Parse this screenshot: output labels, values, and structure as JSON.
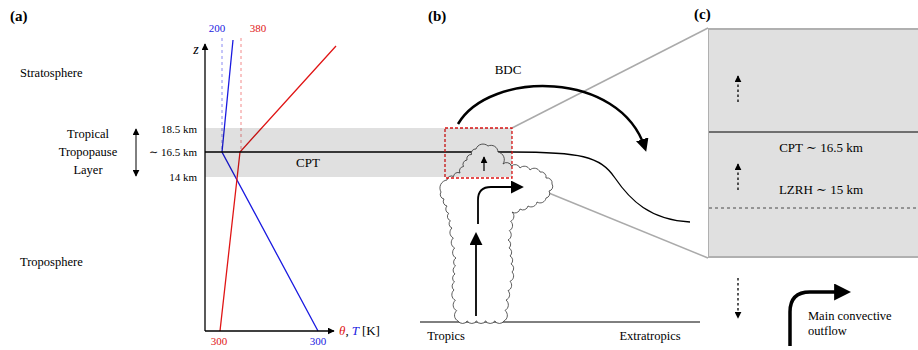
{
  "diagram": {
    "nodes": [
      {
        "text": [
          "CPT"
        ]
      },
      {
        "text": [
          "CPT ∼ 16.5 km",
          "LZRH ∼ 15 km"
        ]
      }
    ],
    "labels": [
      "(a)",
      "(b)",
      "(c)",
      "Stratosphere",
      "Tropical Tropopause Layer",
      "18.5 km",
      "∼ 16.5 km",
      "14 km",
      "Troposphere",
      "z",
      "200",
      "380",
      "θ",
      ",",
      "T",
      "[K]",
      "300",
      "300",
      "BDC",
      "Tropics",
      "Extratropics",
      "Main convective outflow"
    ]
  }
}
